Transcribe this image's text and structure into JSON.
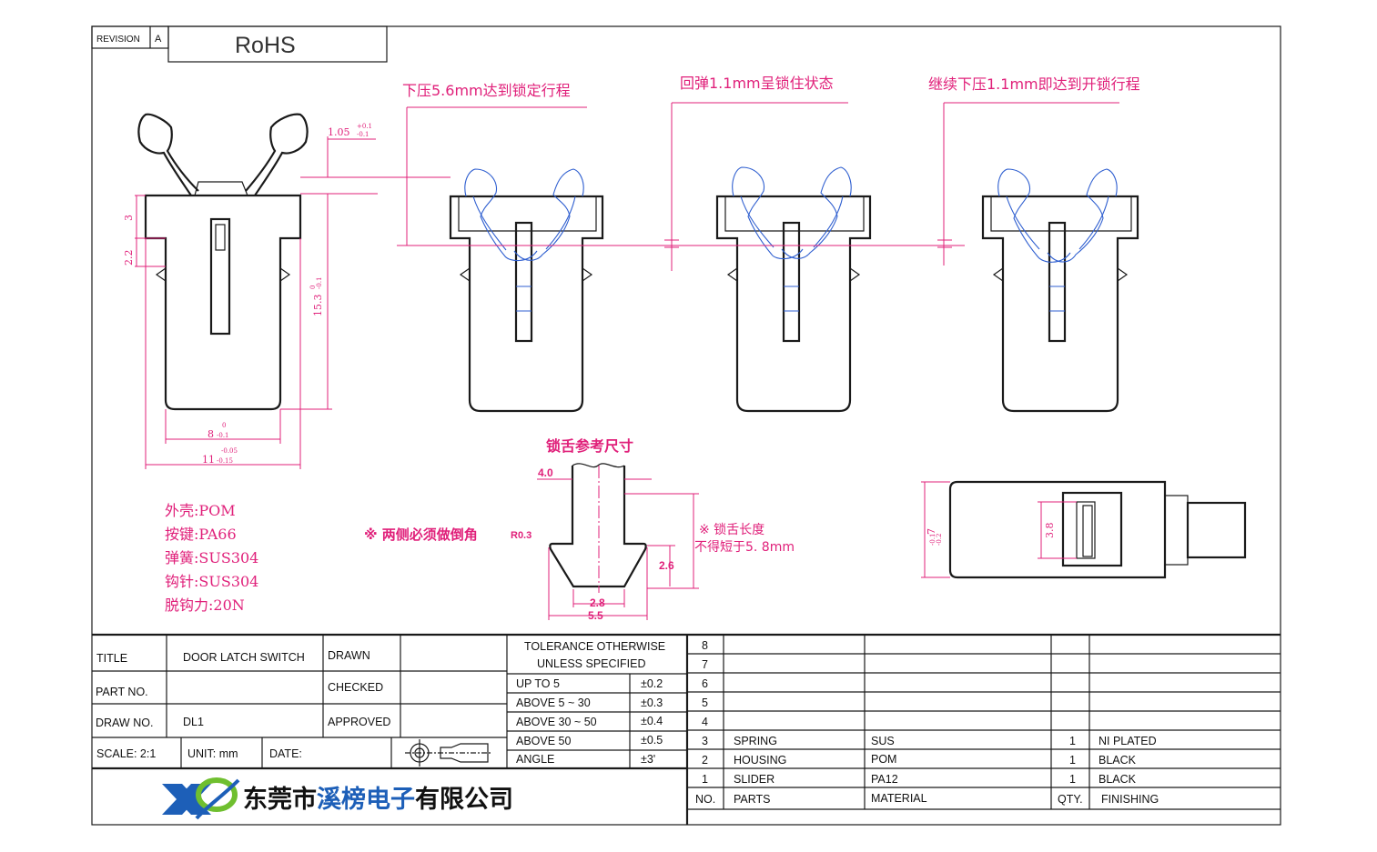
{
  "revision": {
    "label": "REVISION",
    "value": "A",
    "standard": "RoHS"
  },
  "annotations": {
    "press_lock": "下压5.6mm达到锁定行程",
    "rebound_lock": "回弹1.1mm呈锁住状态",
    "press_unlock": "继续下压1.1mm即达到开锁行程",
    "tongue_title": "锁舌参考尺寸",
    "chamfer_note": "※ 两侧必须做倒角",
    "chamfer_value": "R0.3",
    "length_note_1": "※ 锁舌长度",
    "length_note_2": "不得短于5. 8mm"
  },
  "dimensions": {
    "top_offset": "1.05",
    "top_offset_tol_upper": "+0.1",
    "top_offset_tol_lower": "-0.1",
    "left_3": "3",
    "left_2_2": "2.2",
    "height": "15.3",
    "height_tol_upper": "0",
    "height_tol_lower": "-0.1",
    "inner_width": "8",
    "inner_width_tol_upper": "0",
    "inner_width_tol_lower": "-0.1",
    "outer_width": "11",
    "outer_width_tol_upper": "-0.05",
    "outer_width_tol_lower": "-0.15",
    "tongue_4_0": "4.0",
    "tongue_2_6": "2.6",
    "tongue_2_8": "2.8",
    "tongue_5_5": "5.5",
    "side_width": "7",
    "side_width_tol_upper": "-0.1",
    "side_width_tol_lower": "-0.2",
    "side_3_8": "3.8"
  },
  "materials": [
    {
      "label": "外壳:",
      "value": "POM"
    },
    {
      "label": "按键:",
      "value": "PA66"
    },
    {
      "label": "弹簧:",
      "value": "SUS304"
    },
    {
      "label": "钩针:",
      "value": "SUS304"
    },
    {
      "label": "脱钩力:",
      "value": "20N"
    }
  ],
  "title_block": {
    "title_label": "TITLE",
    "title_value": "DOOR LATCH SWITCH",
    "part_label": "PART NO.",
    "part_value": "",
    "draw_label": "DRAW NO.",
    "draw_value": "DL1",
    "scale_label": "SCALE: 2:1",
    "unit_label": "UNIT: mm",
    "date_label": "DATE:",
    "drawn_label": "DRAWN",
    "checked_label": "CHECKED",
    "approved_label": "APPROVED"
  },
  "tolerance": {
    "header_1": "TOLERANCE OTHERWISE",
    "header_2": "UNLESS SPECIFIED",
    "rows": [
      {
        "range": "UP TO 5",
        "value": "±0.2"
      },
      {
        "range": "ABOVE 5 ~ 30",
        "value": "±0.3"
      },
      {
        "range": "ABOVE 30 ~ 50",
        "value": "±0.4"
      },
      {
        "range": "ABOVE 50",
        "value": "±0.5"
      },
      {
        "range": "ANGLE",
        "value": "±3'"
      }
    ]
  },
  "bom": {
    "header": {
      "no": "NO.",
      "parts": "PARTS",
      "material": "MATERIAL",
      "qty": "QTY.",
      "finishing": "FINISHING"
    },
    "rows": [
      {
        "no": "8",
        "part": "",
        "material": "",
        "qty": "",
        "finishing": ""
      },
      {
        "no": "7",
        "part": "",
        "material": "",
        "qty": "",
        "finishing": ""
      },
      {
        "no": "6",
        "part": "",
        "material": "",
        "qty": "",
        "finishing": ""
      },
      {
        "no": "5",
        "part": "",
        "material": "",
        "qty": "",
        "finishing": ""
      },
      {
        "no": "4",
        "part": "",
        "material": "",
        "qty": "",
        "finishing": ""
      },
      {
        "no": "3",
        "part": "SPRING",
        "material": "SUS",
        "qty": "1",
        "finishing": "NI PLATED"
      },
      {
        "no": "2",
        "part": "HOUSING",
        "material": "POM",
        "qty": "1",
        "finishing": "BLACK"
      },
      {
        "no": "1",
        "part": "SLIDER",
        "material": "PA12",
        "qty": "1",
        "finishing": "BLACK"
      }
    ]
  },
  "company": {
    "name_prefix": "东莞市",
    "name_highlight": "溪榜电子",
    "name_suffix": "有限公司",
    "logo_colors": [
      "#1d5fb8",
      "#6fbf2f"
    ]
  }
}
